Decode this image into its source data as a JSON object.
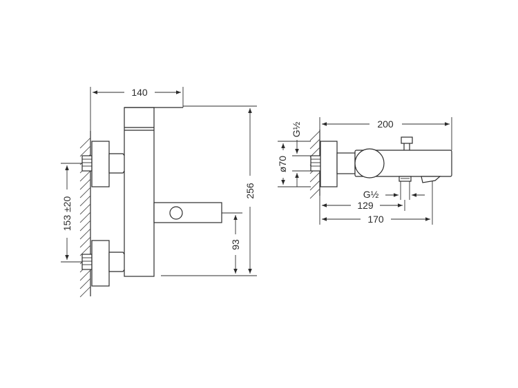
{
  "dimensions": {
    "width_front": "140",
    "height_total": "256",
    "spout_height": "93",
    "inlet_spacing": "153 ±20",
    "depth_total": "200",
    "thread_inlet": "G½",
    "diameter_handle": "ø70",
    "thread_outlet": "G½",
    "outlet_offset": "129",
    "spout_depth": "170"
  }
}
